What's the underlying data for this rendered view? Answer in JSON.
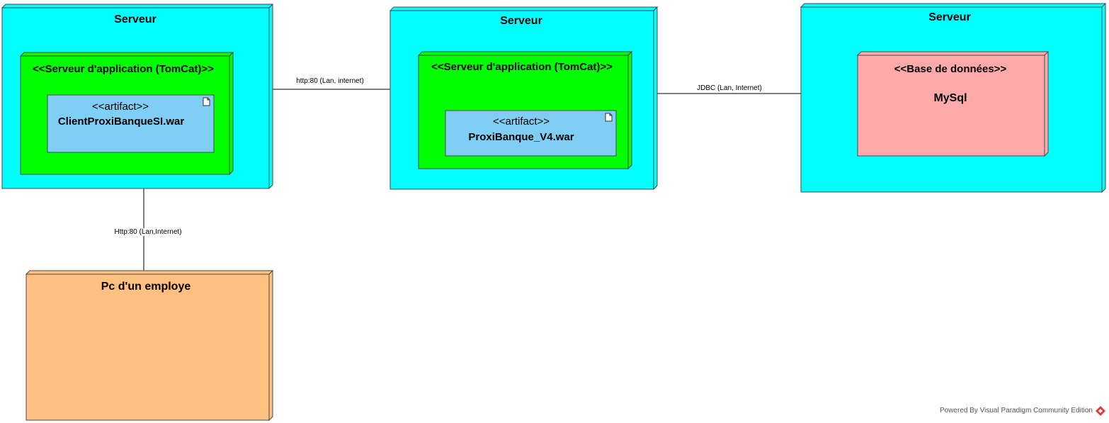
{
  "colors": {
    "server": "#00ffff",
    "app_server": "#00ff00",
    "artifact": "#7fcff5",
    "database": "#ffaaaa",
    "client_pc": "#ffc080",
    "stroke": "#4a4a4a"
  },
  "nodes": {
    "server1": {
      "title": "Serveur",
      "app_server": {
        "stereotype": "<<Serveur d'application (TomCat)>>",
        "artifact": {
          "stereotype": "<<artifact>>",
          "name": "ClientProxiBanqueSI.war",
          "icon": "document-icon"
        }
      }
    },
    "server2": {
      "title": "Serveur",
      "app_server": {
        "stereotype": "<<Serveur d'application (TomCat)>>",
        "artifact": {
          "stereotype": "<<artifact>>",
          "name": "ProxiBanque_V4.war",
          "icon": "document-icon"
        }
      }
    },
    "server3": {
      "title": "Serveur",
      "database": {
        "stereotype": "<<Base de données>>",
        "name": "MySql"
      }
    },
    "client_pc": {
      "title": "Pc d'un employe"
    }
  },
  "connections": {
    "server1_to_server2": "http:80 (Lan, internet)",
    "server2_to_server3": "JDBC (Lan, Internet)",
    "server1_to_pc": "Http:80 (Lan,Internet)"
  },
  "footer": {
    "text": "Powered By  Visual Paradigm Community Edition",
    "icon": "visual-paradigm-logo-icon"
  }
}
